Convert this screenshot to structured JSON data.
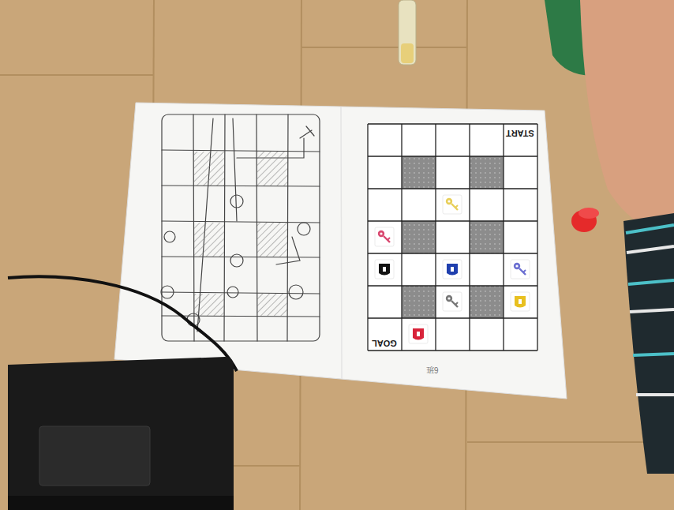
{
  "diagram": {
    "labels": [
      "START",
      "GOAL",
      "6班"
    ]
  }
}
